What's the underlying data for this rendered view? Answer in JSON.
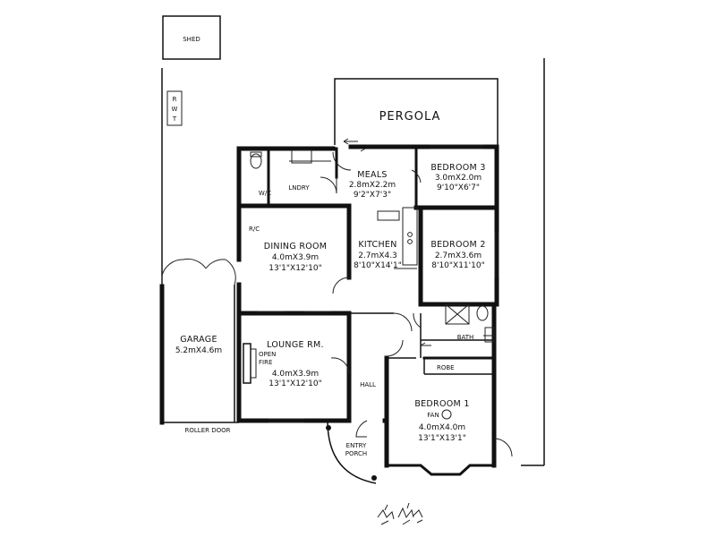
{
  "labels": {
    "shed": "SHED",
    "rwt": [
      "R",
      "W",
      "T"
    ],
    "pergola": "PERGOLA",
    "wc": "W/C",
    "laundry": "LNDRY",
    "meals": {
      "name": "MEALS",
      "metric": "2.8mX2.2m",
      "imperial": "9'2\"X7'3\""
    },
    "bedroom3": {
      "name": "BEDROOM 3",
      "metric": "3.0mX2.0m",
      "imperial": "9'10\"X6'7\""
    },
    "dining": {
      "name": "DINING ROOM",
      "metric": "4.0mX3.9m",
      "imperial": "13'1\"X12'10\""
    },
    "kitchen": {
      "name": "KITCHEN",
      "metric": "2.7mX4.3",
      "imperial": "8'10\"X14'1\""
    },
    "bedroom2": {
      "name": "BEDROOM 2",
      "metric": "2.7mX3.6m",
      "imperial": "8'10\"X11'10\""
    },
    "rc": "R/C",
    "garage": {
      "name": "GARAGE",
      "metric": "5.2mX4.6m"
    },
    "lounge": {
      "name": "LOUNGE RM.",
      "metric": "4.0mX3.9m",
      "imperial": "13'1\"X12'10\""
    },
    "open_fire": [
      "OPEN",
      "FIRE"
    ],
    "bath": "BATH",
    "robe": "ROBE",
    "hall": "HALL",
    "bedroom1": {
      "name": "BEDROOM 1",
      "fan": "FAN",
      "metric": "4.0mX4.0m",
      "imperial": "13'1\"X13'1\""
    },
    "roller_door": "ROLLER DOOR",
    "entry": "ENTRY",
    "porch": "PORCH"
  }
}
